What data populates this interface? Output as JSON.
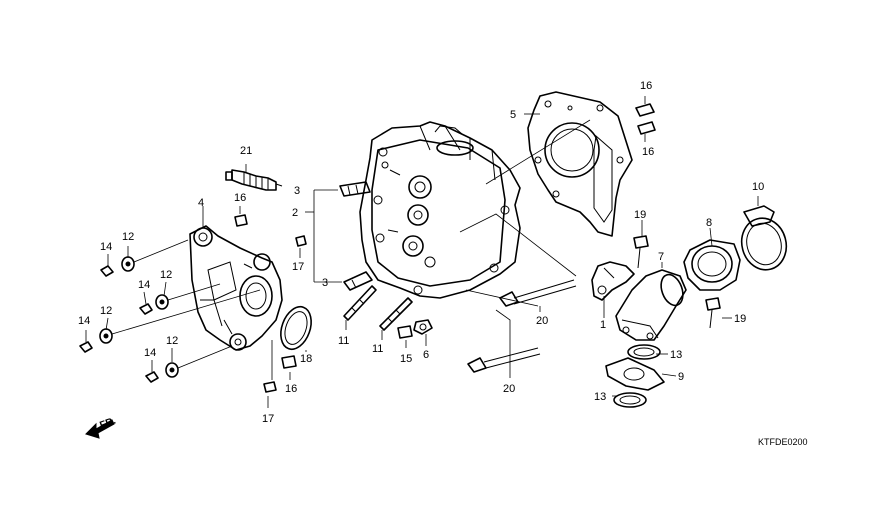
{
  "diagram": {
    "code": "KTFDE0200",
    "direction": "FR.",
    "labels": {
      "l1": "1",
      "l2": "2",
      "l3a": "3",
      "l3b": "3",
      "l4": "4",
      "l5": "5",
      "l6": "6",
      "l7": "7",
      "l8": "8",
      "l9": "9",
      "l10": "10",
      "l11a": "11",
      "l11b": "11",
      "l12a": "12",
      "l12b": "12",
      "l12c": "12",
      "l12d": "12",
      "l13a": "13",
      "l13b": "13",
      "l14a": "14",
      "l14b": "14",
      "l14c": "14",
      "l14d": "14",
      "l15": "15",
      "l16a": "16",
      "l16b": "16",
      "l16c": "16",
      "l16d": "16",
      "l17a": "17",
      "l17b": "17",
      "l18": "18",
      "l19a": "19",
      "l19b": "19",
      "l20a": "20",
      "l20b": "20",
      "l21": "21"
    }
  }
}
